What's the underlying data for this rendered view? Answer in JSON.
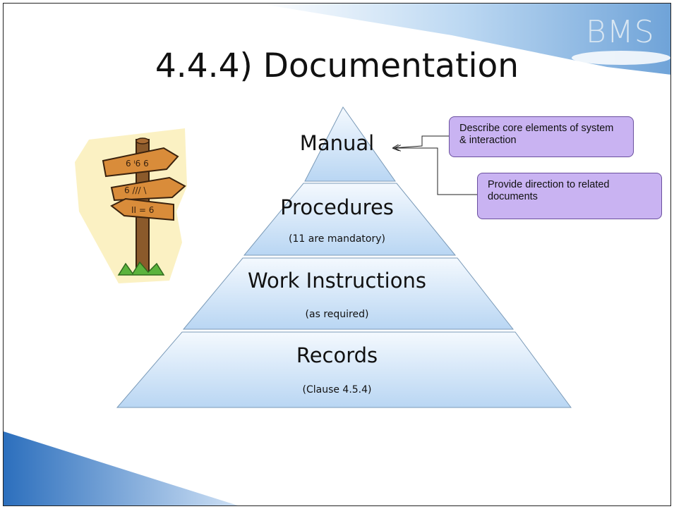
{
  "slide": {
    "title": "4.4.4) Documentation",
    "logo_text": "BMS"
  },
  "pyramid": {
    "tiers": [
      {
        "label": "Manual",
        "note": ""
      },
      {
        "label": "Procedures",
        "note": "(11 are mandatory)"
      },
      {
        "label": "Work Instructions",
        "note": "(as required)"
      },
      {
        "label": "Records",
        "note": "(Clause 4.5.4)"
      }
    ],
    "fill_top": "#f4f9fe",
    "fill_bottom": "#b9d6f3",
    "edge_color": "#7a9ab8"
  },
  "callouts": [
    {
      "text": "Describe core elements of system & interaction"
    },
    {
      "text": "Provide direction to related documents"
    }
  ],
  "colors": {
    "callout_fill": "#c9b3f2",
    "callout_border": "#6a4f9e",
    "corner_blue": "#2c6fbd"
  },
  "decoration": {
    "icon": "signpost-icon"
  }
}
